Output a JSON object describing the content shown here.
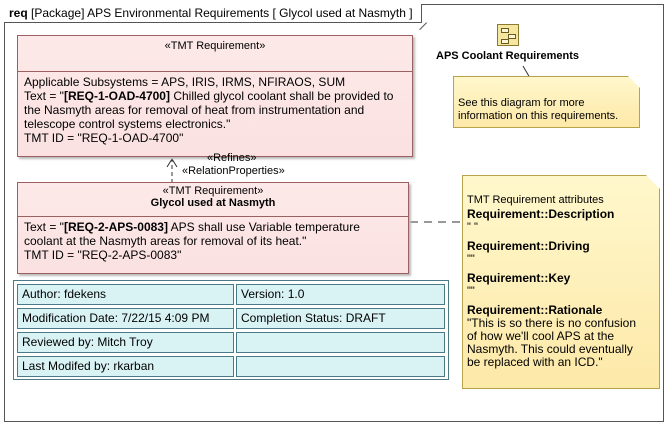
{
  "frame": {
    "keyword": "req",
    "title": "[Package] APS Environmental Requirements [ Glycol used at Nasmyth ]"
  },
  "req_top": {
    "stereotype": "«TMT Requirement»",
    "subsystems": "Applicable Subsystems = APS, IRIS, IRMS, NFIRAOS, SUM",
    "text_prefix": "Text = \"",
    "text_id": "[REQ-1-OAD-4700]",
    "text_line1": " Chilled glycol coolant shall be provided to",
    "text_line2": "the Nasmyth areas for removal of heat from instrumentation and",
    "text_line3": "telescope control systems electronics.\"",
    "tmt_id": "TMT ID = \"REQ-1-OAD-4700\""
  },
  "relation": {
    "refines": "«Refines»",
    "properties": "«RelationProperties»"
  },
  "req_bottom": {
    "stereotype": "«TMT Requirement»",
    "name": "Glycol used at Nasmyth",
    "text_prefix": "Text = \"",
    "text_id": "[REQ-2-APS-0083]",
    "text_line1": " APS shall use Variable temperature",
    "text_line2": "coolant at the Nasmyth areas for removal of its heat.\"",
    "tmt_id": "TMT ID = \"REQ-2-APS-0083\""
  },
  "info_table": {
    "rows": [
      [
        "Author: fdekens",
        "Version: 1.0"
      ],
      [
        "Modification Date: 7/22/15 4:09 PM",
        "Completion Status: DRAFT"
      ],
      [
        "Reviewed by: Mitch Troy",
        ""
      ],
      [
        "Last Modifed by: rkarban",
        ""
      ]
    ]
  },
  "diagram_link": {
    "label": "APS Coolant Requirements",
    "icon": "diagram-icon"
  },
  "link_note": {
    "line1": "See this diagram for more",
    "line2": "information on this requirements."
  },
  "attr_note": {
    "title": "TMT Requirement attributes",
    "description_label": "Requirement::Description",
    "description_value": "\" \"",
    "driving_label": "Requirement::Driving",
    "driving_value": "\"\"",
    "key_label": "Requirement::Key",
    "key_value": "\"\"",
    "rationale_label": "Requirement::Rationale",
    "rationale_line1": "\"This is so there is no confusion",
    "rationale_line2": "of how we'll cool APS at the",
    "rationale_line3": "Nasmyth. This could eventually",
    "rationale_line4": "be replaced with an ICD.\""
  },
  "colors": {
    "requirement_fill": "#fbe1e1",
    "note_fill": "#fff4c2",
    "table_fill": "#d9f3f5"
  }
}
